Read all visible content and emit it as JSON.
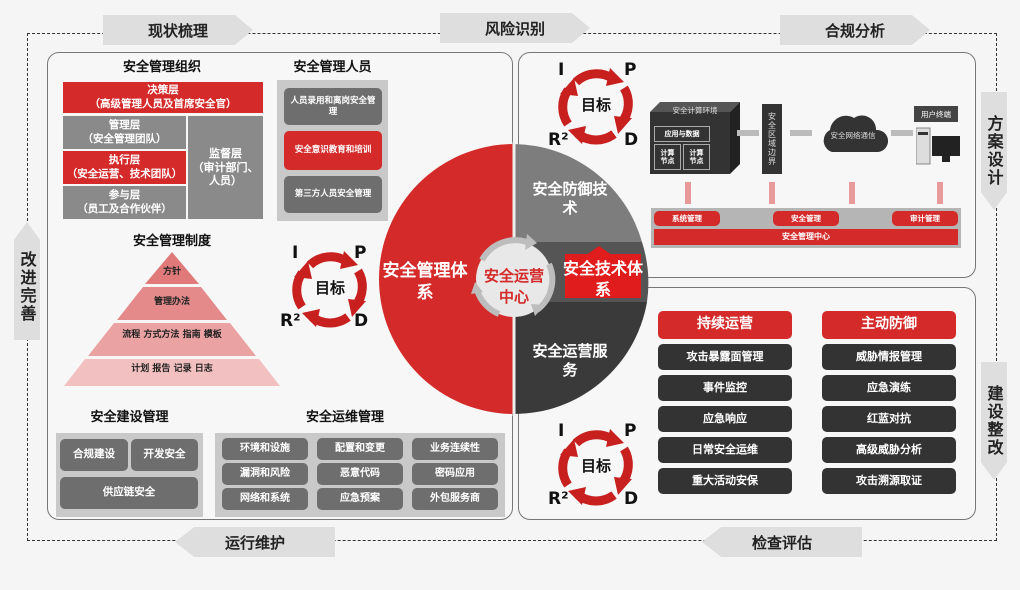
{
  "process_arrows": {
    "top": [
      "现状梳理",
      "风险识别",
      "合规分析"
    ],
    "right": [
      "方案设计",
      "建设整改"
    ],
    "bottom": [
      "运行维护",
      "检查评估"
    ],
    "left": [
      "改进完善"
    ]
  },
  "left_panel": {
    "org": {
      "title": "安全管理组织",
      "decision": {
        "name": "决策层",
        "desc": "（高级管理人员及首席安全官）"
      },
      "management": {
        "name": "管理层",
        "desc": "（安全管理团队）"
      },
      "execution": {
        "name": "执行层",
        "desc": "（安全运营、技术团队）"
      },
      "participation": {
        "name": "参与层",
        "desc": "（员工及合作伙伴）"
      },
      "supervision": {
        "name": "监督层",
        "desc": "（审计部门、人员）"
      }
    },
    "personnel": {
      "title": "安全管理人员",
      "items": [
        "人员录用和离岗安全管理",
        "安全意识教育和培训",
        "第三方人员安全管理"
      ]
    },
    "policy": {
      "title": "安全管理制度",
      "levels": [
        "方针",
        "管理办法",
        "流程 方式方法 指南 模板",
        "计划 报告 记录 日志"
      ]
    },
    "construction": {
      "title": "安全建设管理",
      "items": [
        "合规建设",
        "开发安全",
        "供应链安全"
      ]
    },
    "operations": {
      "title": "安全运维管理",
      "items": [
        "环境和设施",
        "配置和变更",
        "业务连续性",
        "漏洞和风险",
        "恶意代码",
        "密码应用",
        "网络和系统",
        "应急预案",
        "外包服务商"
      ]
    }
  },
  "pdca": {
    "center": "目标",
    "i": "I",
    "p": "P",
    "d": "D",
    "r": "R²"
  },
  "center_circle": {
    "left": "安全管理体系",
    "top_right": "安全防御技术",
    "middle_right": "安全技术体系",
    "bottom_right": "安全运营服务",
    "core": "安全运营中心"
  },
  "tech_panel": {
    "compute_env": "安全计算环境",
    "app_data": "应用与数据",
    "node1": "计算节点",
    "node2": "计算节点",
    "boundary": "安全区域边界",
    "network": "安全网络通信",
    "terminal": "用户终端",
    "mgmt_items": [
      "系统管理",
      "安全管理",
      "审计管理"
    ],
    "mgmt_center": "安全管理中心"
  },
  "ops_panel": {
    "continuous": {
      "title": "持续运营",
      "items": [
        "攻击暴露面管理",
        "事件监控",
        "应急响应",
        "日常安全运维",
        "重大活动安保"
      ]
    },
    "active_defense": {
      "title": "主动防御",
      "items": [
        "威胁情报管理",
        "应急演练",
        "红蓝对抗",
        "高级威胁分析",
        "攻击溯源取证"
      ]
    }
  },
  "colors": {
    "red": "#d42a2a",
    "dark": "#333333",
    "gray": "#8a8a8a"
  }
}
